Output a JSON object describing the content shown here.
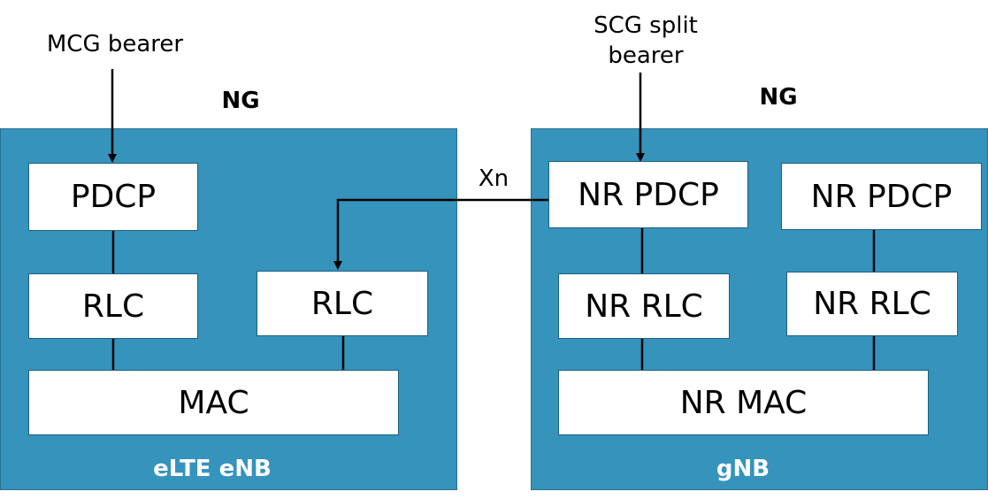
{
  "colors": {
    "panel": "#3593bc",
    "box": "#ffffff",
    "line": "#000000",
    "panel_title": "#ffffff"
  },
  "left": {
    "core_label": "NG",
    "node_label": "eLTE eNB",
    "incoming": "MCG bearer",
    "pdcp": "PDCP",
    "rlc_a": "RLC",
    "rlc_b": "RLC",
    "mac": "MAC"
  },
  "right": {
    "core_label": "NG",
    "node_label": "gNB",
    "incoming_line1": "SCG split",
    "incoming_line2": "bearer",
    "pdcp_a": "NR PDCP",
    "pdcp_b": "NR PDCP",
    "rlc_a": "NR RLC",
    "rlc_b": "NR RLC",
    "mac": "NR MAC"
  },
  "interface": "Xn"
}
